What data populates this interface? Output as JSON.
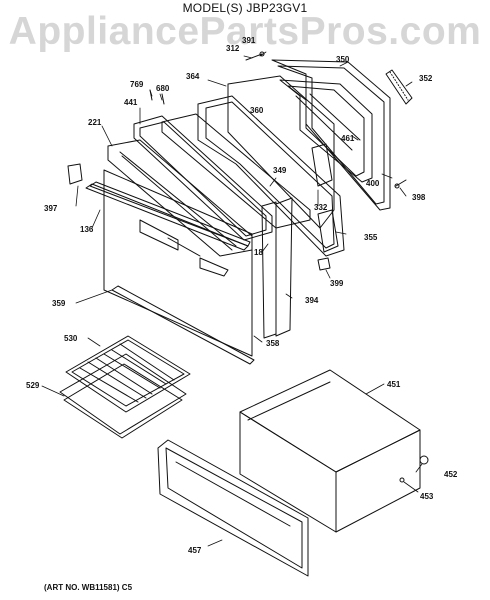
{
  "header": {
    "model_label": "MODEL(S) JBP23GV1"
  },
  "watermark": {
    "text": "AppliancePartsPros.com"
  },
  "footer": {
    "art_number": "(ART NO. WB11581) C5"
  },
  "callouts": [
    {
      "id": "312"
    },
    {
      "id": "391"
    },
    {
      "id": "350"
    },
    {
      "id": "352"
    },
    {
      "id": "364"
    },
    {
      "id": "769"
    },
    {
      "id": "680"
    },
    {
      "id": "441"
    },
    {
      "id": "360"
    },
    {
      "id": "461"
    },
    {
      "id": "221"
    },
    {
      "id": "349"
    },
    {
      "id": "400"
    },
    {
      "id": "398"
    },
    {
      "id": "397"
    },
    {
      "id": "332"
    },
    {
      "id": "136"
    },
    {
      "id": "355"
    },
    {
      "id": "18"
    },
    {
      "id": "399"
    },
    {
      "id": "359"
    },
    {
      "id": "394"
    },
    {
      "id": "358"
    },
    {
      "id": "530"
    },
    {
      "id": "451"
    },
    {
      "id": "529"
    },
    {
      "id": "452"
    },
    {
      "id": "453"
    },
    {
      "id": "457"
    }
  ]
}
